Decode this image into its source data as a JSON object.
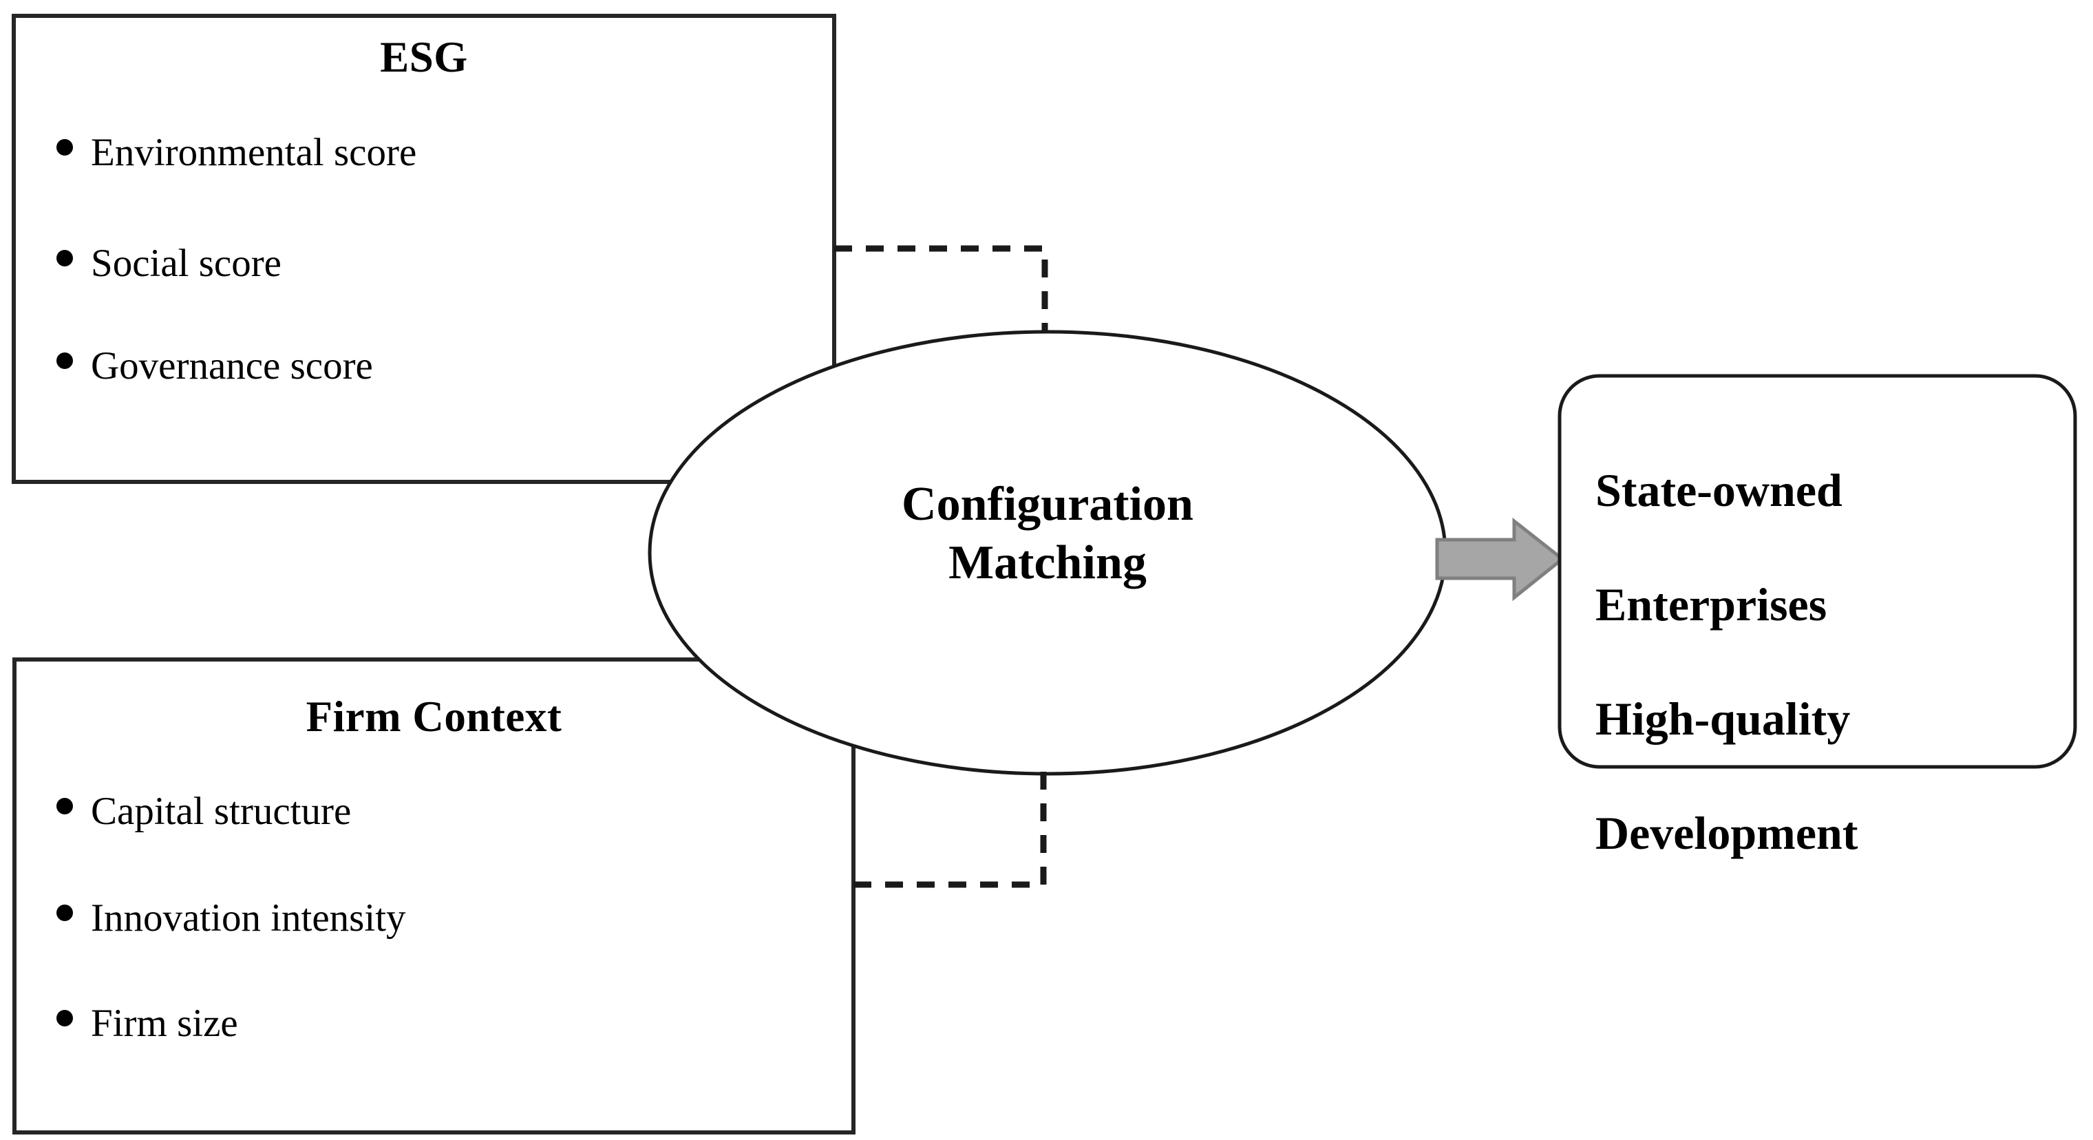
{
  "diagram": {
    "type": "conceptual-framework",
    "background_color": "#ffffff",
    "line_color": "#1a1a1a",
    "arrow_fill": "#a6a6a6",
    "arrow_stroke": "#7f7f7f"
  },
  "esg_panel": {
    "title": "ESG",
    "items": [
      "Environmental score",
      "Social score",
      "Governance score"
    ]
  },
  "firm_panel": {
    "title": "Firm Context",
    "items": [
      "Capital structure",
      "Innovation intensity",
      "Firm size"
    ]
  },
  "mediator": {
    "line1": "Configuration",
    "line2": "Matching"
  },
  "outcome": {
    "line1": "State-owned",
    "line2": "Enterprises",
    "line3": "High-quality",
    "line4": "Development"
  },
  "connectors": {
    "esg_to_mediator": "dashed-elbow",
    "firm_to_mediator": "dashed-elbow",
    "mediator_to_outcome": "block-arrow-right"
  }
}
